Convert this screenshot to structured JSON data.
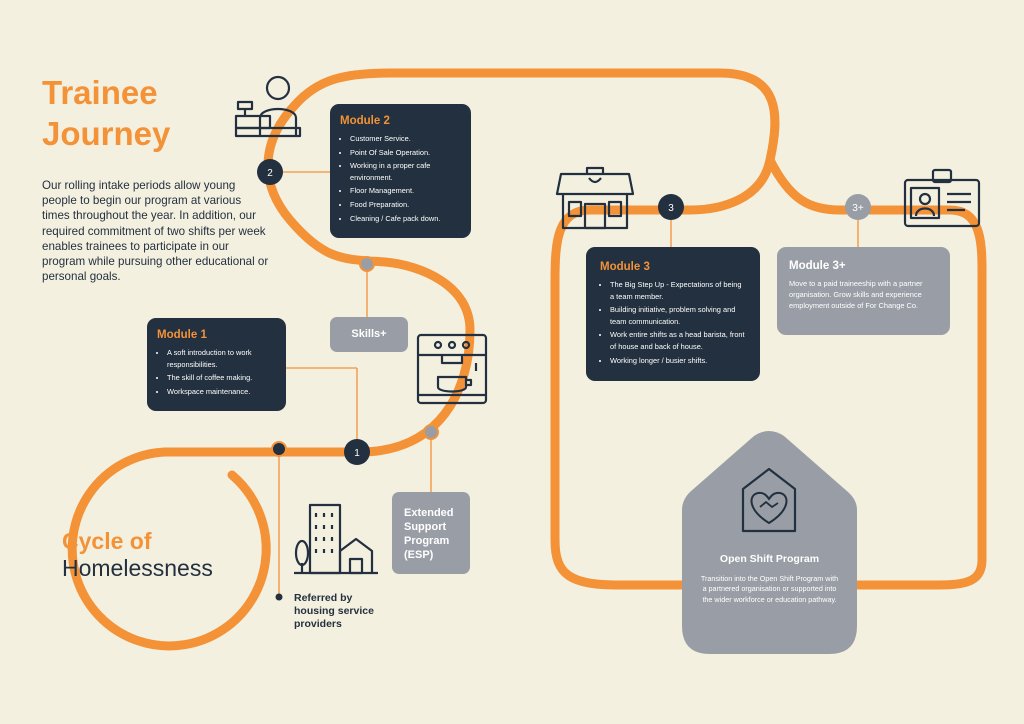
{
  "title": {
    "line1": "Trainee",
    "line2": "Journey"
  },
  "intro": "Our rolling intake periods allow young people to begin our program at various times throughout the year. In addition, our required commitment of two shifts per week enables trainees to participate in our program while pursuing other educational or personal goals.",
  "cycle": {
    "line1": "Cycle of",
    "line2": "Homelessness"
  },
  "referred": "Referred by housing service providers",
  "milestones": {
    "m1": "1",
    "m2": "2",
    "m3": "3",
    "m3plus": "3+"
  },
  "module1": {
    "title": "Module 1",
    "items": [
      "A soft introduction to work responsibilities.",
      "The skill of coffee making.",
      "Workspace maintenance."
    ]
  },
  "module2": {
    "title": "Module 2",
    "items": [
      "Customer Service.",
      "Point Of Sale Operation.",
      "Working in a proper cafe environment.",
      "Floor Management.",
      "Food Preparation.",
      "Cleaning / Cafe pack down."
    ]
  },
  "module3": {
    "title": "Module 3",
    "items": [
      "The Big Step Up - Expectations of being a team member.",
      "Building initiative, problem solving and team communication.",
      "Work entire shifts as a head barista, front of house and back of house.",
      "Working longer / busier shifts."
    ]
  },
  "module3plus": {
    "title": "Module 3+",
    "text": "Move to a paid traineeship with a partner organisation. Grow skills and experience employment outside of For Change Co."
  },
  "skills": "Skills+",
  "esp": "Extended Support Program (ESP)",
  "osp": {
    "title": "Open Shift Program",
    "text": "Transition into the Open Shift Program with a partnered organisation or supported into the wider workforce or education pathway."
  },
  "colors": {
    "orange": "#f39237",
    "navy": "#22303f",
    "grey": "#999ea6",
    "background": "#f4f0e0"
  },
  "icons": [
    "cashier-icon",
    "cafe-storefront-icon",
    "id-badge-icon",
    "coffee-machine-icon",
    "city-buildings-icon",
    "handshake-heart-icon"
  ]
}
